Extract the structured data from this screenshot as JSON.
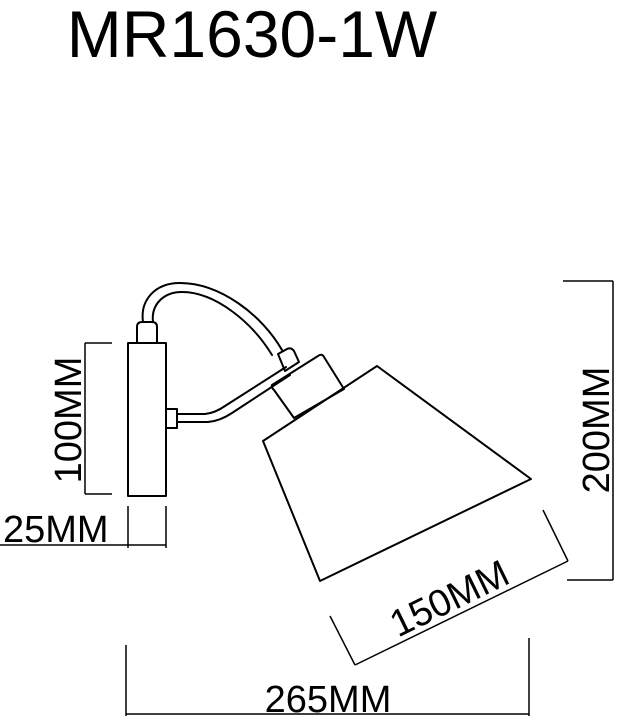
{
  "title": "MR1630-1W",
  "dimensions": {
    "height_backplate": "100MM",
    "depth_backplate": "25MM",
    "shade_diameter": "150MM",
    "total_height": "200MM",
    "total_projection": "265MM"
  },
  "colors": {
    "line": "#000000",
    "background": "#ffffff"
  }
}
